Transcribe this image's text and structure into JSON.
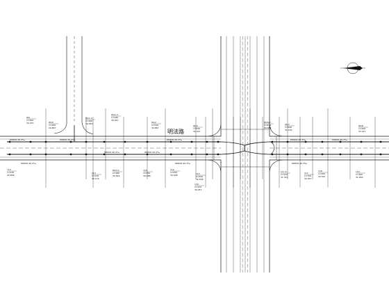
{
  "drawing": {
    "road_name": "明法路",
    "colors": {
      "ink": "#111111",
      "paper": "#ffffff"
    },
    "north_arrow_icon": "north-arrow-icon",
    "label_groups": [
      {
        "id": "grp-1",
        "lines": [
          "W9",
          "1=400",
          "30.237"
        ]
      },
      {
        "id": "grp-2",
        "lines": [
          "W10",
          "1=450",
          "29.847"
        ]
      },
      {
        "id": "grp-3",
        "lines": [
          "W11-2",
          "1=490",
          "30.540"
        ]
      },
      {
        "id": "grp-4",
        "lines": [
          "W11-3",
          "1=490",
          "30.567"
        ]
      },
      {
        "id": "grp-5",
        "lines": [
          "W12",
          "1=530",
          "30.867"
        ]
      },
      {
        "id": "grp-6",
        "lines": [
          "W13",
          "1=550",
          "31.207"
        ]
      },
      {
        "id": "grp-7",
        "lines": [
          "Y12",
          "1=430",
          "29.856"
        ]
      },
      {
        "id": "grp-8",
        "lines": [
          "Y13",
          "1=470",
          "30.179"
        ]
      },
      {
        "id": "grp-9",
        "lines": [
          "W13-1",
          "1=480",
          "30.644"
        ]
      },
      {
        "id": "grp-10",
        "lines": [
          "Y14",
          "1=550",
          "30.288"
        ]
      },
      {
        "id": "grp-11",
        "lines": [
          "Y14",
          "1=550",
          "30.408"
        ]
      },
      {
        "id": "grp-12",
        "lines": [
          "Y15",
          "1=500",
          "30.538"
        ]
      },
      {
        "id": "grp-13",
        "lines": [
          "Y16",
          "1=470",
          "30.957"
        ]
      },
      {
        "id": "grp-14",
        "lines": [
          "W16-1",
          "1=644",
          "30.654"
        ]
      },
      {
        "id": "grp-15",
        "lines": [
          "W17",
          "1=490",
          "31.160"
        ]
      },
      {
        "id": "grp-16",
        "lines": [
          "W18",
          "1=450",
          "32.227"
        ]
      },
      {
        "id": "grp-17",
        "lines": [
          "Y17-2",
          "1=470",
          "31.327"
        ]
      },
      {
        "id": "grp-18",
        "lines": [
          "Y17",
          "1=700",
          "32.057"
        ]
      },
      {
        "id": "grp-19",
        "lines": [
          "Y18",
          "1=450",
          "32.597"
        ]
      },
      {
        "id": "grp-20",
        "lines": [
          "Y19",
          "1=465",
          "31.900"
        ]
      }
    ],
    "pipe_labels": [
      {
        "id": "pl-1",
        "text": "DN400-40-3‰"
      },
      {
        "id": "pl-2",
        "text": "DN400-40-3‰"
      },
      {
        "id": "pl-3",
        "text": "DN500-40-3‰"
      },
      {
        "id": "pl-4",
        "text": "DN500-40-3‰"
      },
      {
        "id": "pl-5",
        "text": "DN400-40-3‰"
      },
      {
        "id": "pl-6",
        "text": "DN500-40-3‰"
      },
      {
        "id": "pl-7",
        "text": "DN400-40-3‰"
      },
      {
        "id": "pl-8",
        "text": "DN500-40-3‰"
      },
      {
        "id": "pl-9",
        "text": "DN400-40-3‰"
      },
      {
        "id": "pl-10",
        "text": "DN400-40-3‰"
      }
    ]
  }
}
